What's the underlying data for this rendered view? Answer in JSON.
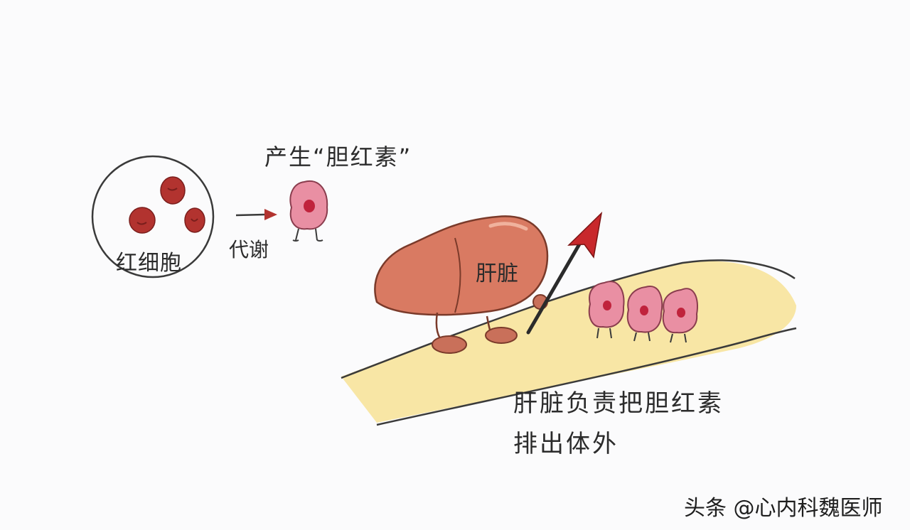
{
  "labels": {
    "produce_bilirubin": "产生“胆红素”",
    "red_blood_cells": "红细胞",
    "metabolism": "代谢",
    "liver": "肝脏",
    "caption_line1": "肝脏负责把胆红素",
    "caption_line2": "排出体外"
  },
  "watermark": {
    "text": "头条 @心内科魏医师"
  },
  "colors": {
    "background": "#fbfbfc",
    "red_cell": "#b2332f",
    "bilirubin_cell": "#e98fa3",
    "liver": "#d97a62",
    "path_yellow": "#f7e39b",
    "arrow": "#c8282c",
    "ink": "#2b2b2b"
  },
  "icons": {
    "red_blood_cell": "red-blood-cell-icon",
    "bilirubin_cell": "bilirubin-cell-icon",
    "liver": "liver-character-icon",
    "arrow": "arrow-icon"
  }
}
